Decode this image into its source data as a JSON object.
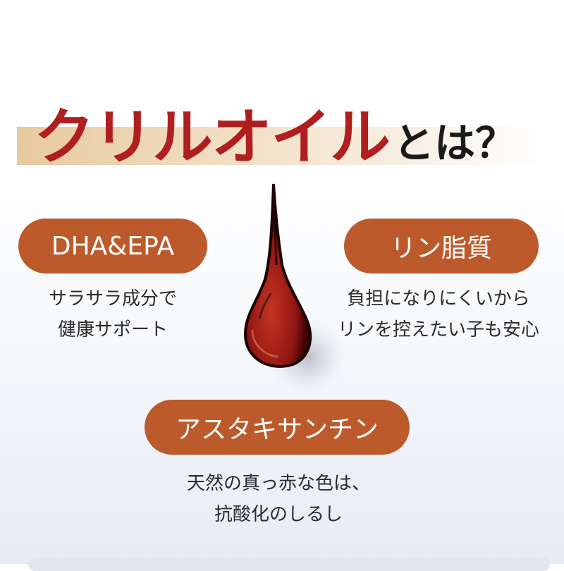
{
  "title": {
    "main": "クリルオイル",
    "sub": "とは？"
  },
  "features": [
    {
      "label": "DHA&EPA",
      "lines": [
        "サラサラ成分で",
        "健康サポート"
      ]
    },
    {
      "label": "リン脂質",
      "lines": [
        "負担になりにくいから",
        "リンを控えたい子も安心"
      ]
    },
    {
      "label": "アスタキサンチン",
      "lines": [
        "天然の真っ赤な色は、",
        "抗酸化のしるし"
      ]
    }
  ],
  "colors": {
    "title_red": "#b01f1f",
    "title_black": "#1a1a1a",
    "pill": "#bc5a2b",
    "band": "#e7c99d",
    "drop": "#8e1414"
  },
  "icons": {
    "drop": "oil-drop-icon"
  }
}
